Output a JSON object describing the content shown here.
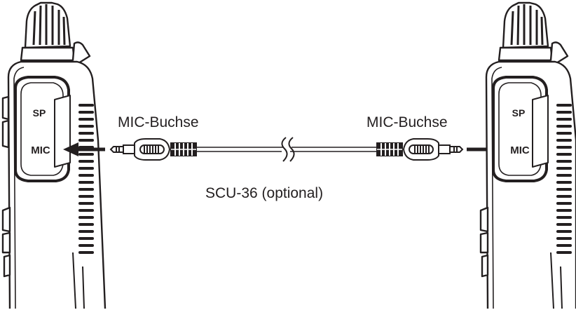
{
  "left_radio": {
    "sp_label": "SP",
    "mic_label": "MIC"
  },
  "right_radio": {
    "sp_label": "SP",
    "mic_label": "MIC"
  },
  "left_connector_label": "MIC-Buchse",
  "right_connector_label": "MIC-Buchse",
  "cable_label": "SCU-36 (optional)"
}
